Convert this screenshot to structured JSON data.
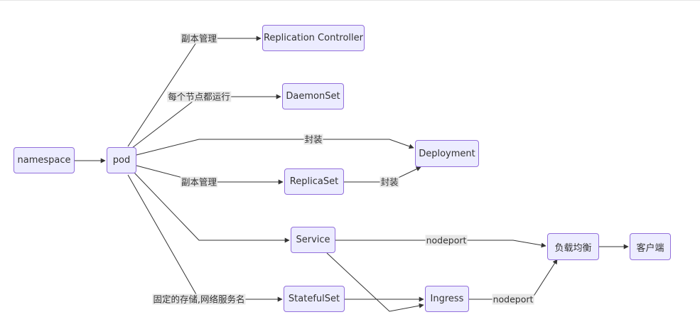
{
  "nodes": {
    "namespace": "namespace",
    "pod": "pod",
    "rc": "Replication Controller",
    "daemonset": "DaemonSet",
    "deployment": "Deployment",
    "replicaset": "ReplicaSet",
    "service": "Service",
    "statefulset": "StatefulSet",
    "ingress": "Ingress",
    "lb": "负载均衡",
    "client": "客户端"
  },
  "edge_labels": {
    "pod_rc": "副本管理",
    "pod_daemonset": "每个节点都运行",
    "pod_deployment": "封装",
    "pod_replicaset": "副本管理",
    "replicaset_deployment": "封装",
    "service_lb": "nodeport",
    "pod_statefulset": "固定的存储,网络服务名",
    "ingress_lb": "nodeport"
  }
}
